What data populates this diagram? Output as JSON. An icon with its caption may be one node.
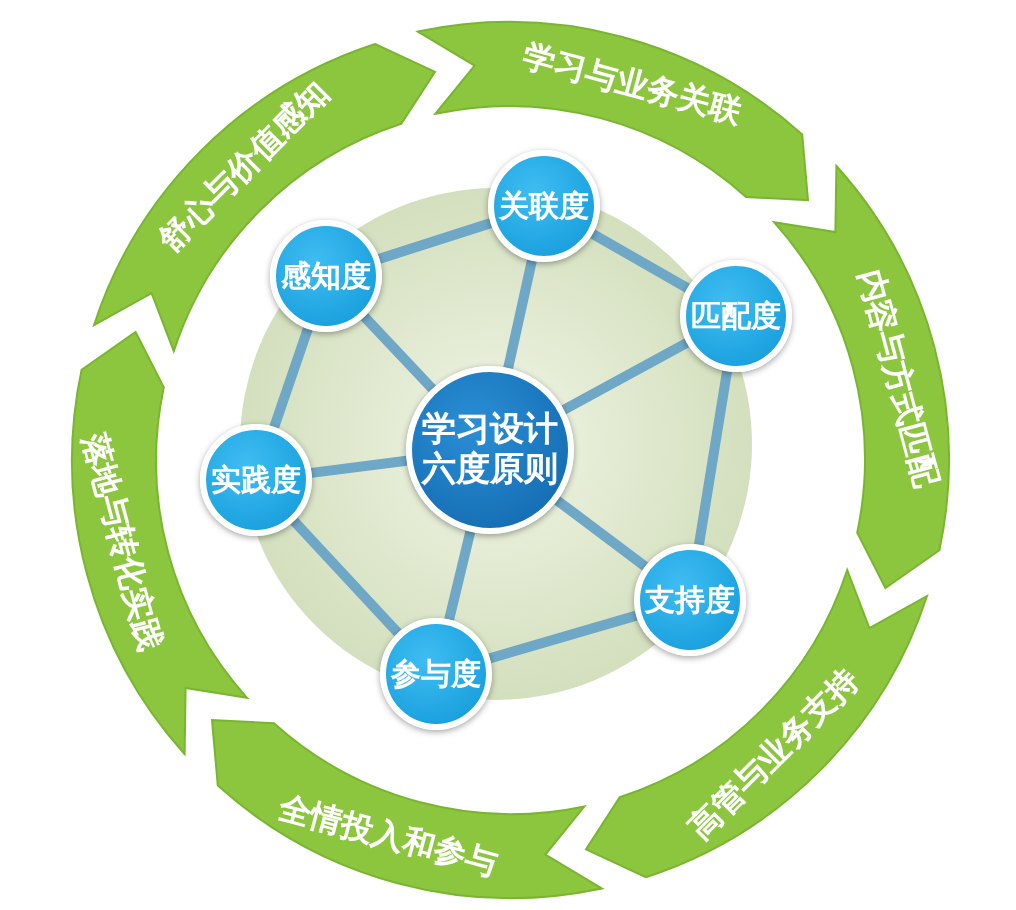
{
  "diagram": {
    "nodes": [
      {
        "text": [
          "学习设计六度原则"
        ]
      },
      {
        "text": [
          "关联度"
        ]
      },
      {
        "text": [
          "匹配度"
        ]
      },
      {
        "text": [
          "支持度"
        ]
      },
      {
        "text": [
          "参与度"
        ]
      },
      {
        "text": [
          "实践度"
        ]
      },
      {
        "text": [
          "感知度"
        ]
      },
      {
        "text": [
          "学习与业务关联"
        ]
      },
      {
        "text": [
          "内容与方式匹配"
        ]
      },
      {
        "text": [
          "高管与业务支持"
        ]
      },
      {
        "text": [
          "全情投入和参与"
        ]
      },
      {
        "text": [
          "落地与转化实践"
        ]
      },
      {
        "text": [
          "舒心与价值感知"
        ]
      }
    ],
    "edges": [
      {
        "from": 0,
        "to": 1,
        "arrow": "none"
      },
      {
        "from": 0,
        "to": 2,
        "arrow": "none"
      },
      {
        "from": 0,
        "to": 3,
        "arrow": "none"
      },
      {
        "from": 0,
        "to": 4,
        "arrow": "none"
      },
      {
        "from": 0,
        "to": 5,
        "arrow": "none"
      },
      {
        "from": 0,
        "to": 6,
        "arrow": "none"
      },
      {
        "from": 1,
        "to": 2,
        "arrow": "none"
      },
      {
        "from": 2,
        "to": 3,
        "arrow": "none"
      },
      {
        "from": 3,
        "to": 4,
        "arrow": "none"
      },
      {
        "from": 4,
        "to": 5,
        "arrow": "none"
      },
      {
        "from": 5,
        "to": 6,
        "arrow": "none"
      },
      {
        "from": 6,
        "to": 1,
        "arrow": "none"
      }
    ]
  }
}
